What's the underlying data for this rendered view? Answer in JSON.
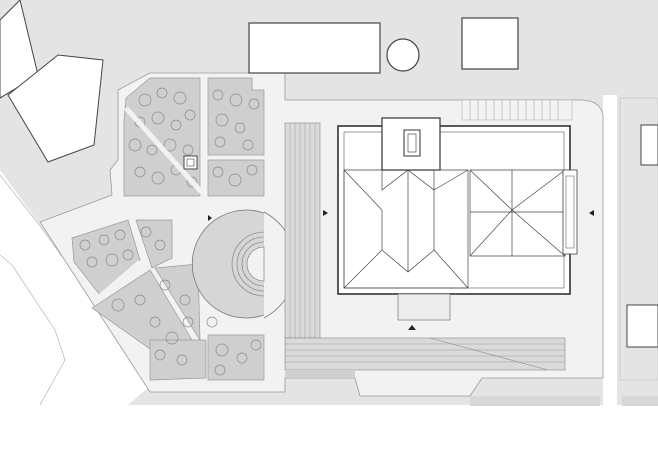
{
  "drawing": {
    "kind": "architectural site plan",
    "text_labels": []
  },
  "colors": {
    "ground": "#e4e4e4",
    "plaza": "#f2f2f2",
    "garden": "#cfcfcf",
    "building_fill": "#ffffff",
    "line": "#444444",
    "light_line": "#8a8a8a",
    "tree": "#9a9a9a",
    "steps": "#dadada"
  },
  "elements": {
    "neighbor_buildings": 6,
    "garden_beds": 9,
    "entrance_markers": 4,
    "circular_feature": "amphitheater-rotunda",
    "roof_type": "hipped roof with central tower"
  }
}
